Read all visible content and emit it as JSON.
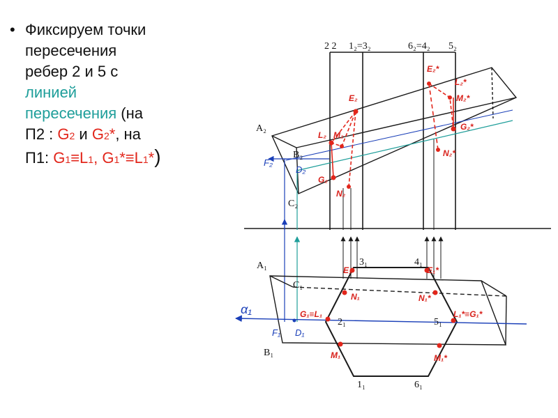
{
  "text": {
    "bullet": "•",
    "l1": "Фиксируем точки",
    "l2": "пересечения",
    "l3": "ребер 2 и 5 с",
    "l4_teal": "линией",
    "l5_teal": "пересечения",
    "l5_rest": " (на",
    "l6_a": "П2 : ",
    "l6_g": "G",
    "l6_sub1": "2",
    "l6_and": " и ",
    "l6_g2": "G",
    "l6_sub2": "2",
    "l6_star": "*",
    "l6_end": ",  на",
    "l7_a": "П1: ",
    "l7_red1": "G",
    "l7_s1": "1",
    "l7_eq1": "≡L",
    "l7_s2": "1",
    "l7_comma": ", ",
    "l7_red2": "G",
    "l7_s3": "1",
    "l7_eq2": "*≡L",
    "l7_s4": "1",
    "l7_star": "*",
    "l7_paren": ")"
  },
  "labels": {
    "top": [
      "2 2",
      "1₂=3₂",
      "6₂=4₂",
      "5₂"
    ],
    "front": [
      "A₂",
      "B₂",
      "D₂",
      "C₂",
      "F₂"
    ],
    "plan": [
      "A₁",
      "C₁",
      "B₁",
      "F₁",
      "D₁",
      "3₁",
      "4₁",
      "2₁",
      "5₁",
      "1₁",
      "6₁"
    ],
    "alpha": "α₁",
    "red_front": [
      "E₂",
      "L₂",
      "M₂",
      "G₂",
      "N₂",
      "E₂*",
      "L₂*",
      "M₂*",
      "G₂*",
      "N₂*"
    ],
    "red_plan": [
      "E₁",
      "N₁",
      "G₁≡L₁",
      "M₁",
      "E₁*",
      "N₁*",
      "L₁*≡G₁*",
      "M₁*"
    ]
  },
  "colors": {
    "red": "#e2261b",
    "teal": "#1e9e9a",
    "blue": "#1a3fb8",
    "ink": "#1a1a1a"
  }
}
